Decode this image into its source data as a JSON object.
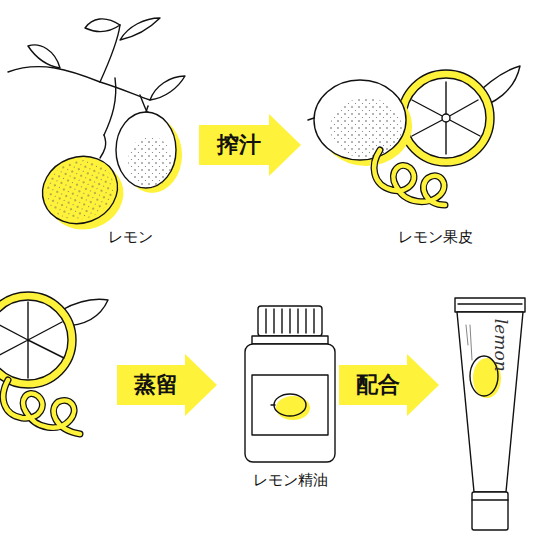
{
  "diagram": {
    "nodes": [
      {
        "text": [
          "搾汁"
        ]
      },
      {
        "text": [
          "蒸留"
        ]
      },
      {
        "text": [
          "配合"
        ]
      }
    ],
    "labels": [
      "レモン",
      "レモン果皮",
      "レモン精油",
      "lemon"
    ]
  }
}
